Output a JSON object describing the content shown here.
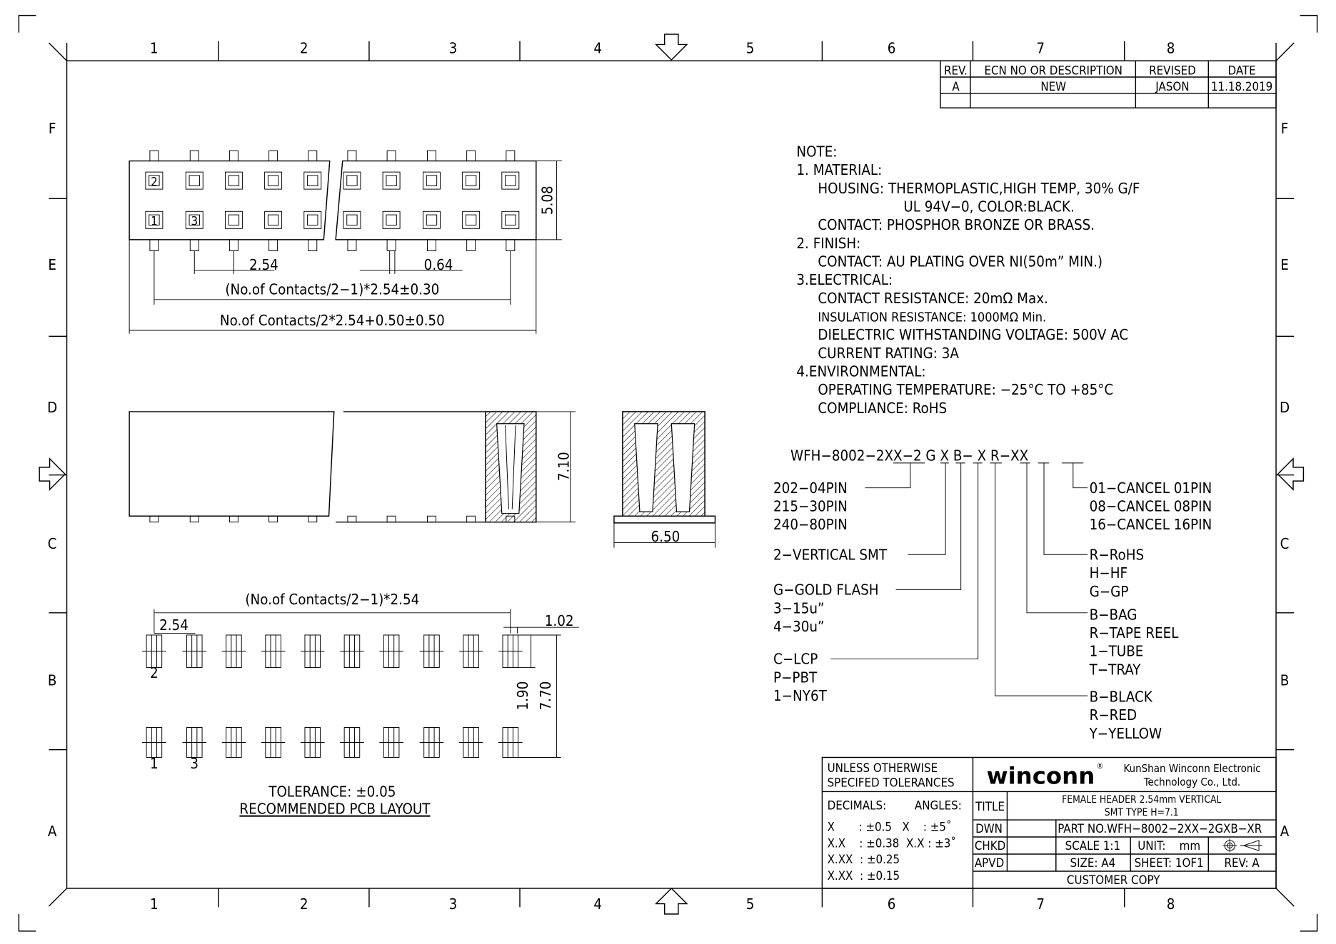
{
  "zones": {
    "columns": [
      "1",
      "2",
      "3",
      "4",
      "5",
      "6",
      "7",
      "8"
    ],
    "rows": [
      "F",
      "E",
      "D",
      "C",
      "B",
      "A"
    ]
  },
  "revision_table": {
    "headers": [
      "REV.",
      "ECN NO OR DESCRIPTION",
      "REVISED",
      "DATE"
    ],
    "rows": [
      [
        "A",
        "NEW",
        "JASON",
        "11.18.2019"
      ]
    ]
  },
  "top_view": {
    "pin_labels": [
      "2",
      "1",
      "3"
    ],
    "dim_height": "5.08",
    "dim_pitch": "2.54",
    "dim_pin": "0.64",
    "dim_pin_span": "(No.of Contacts/2−1)*2.54±0.30",
    "dim_overall": "No.of Contacts/2*2.54+0.50±0.50"
  },
  "side_view": {
    "dim_height": "7.10"
  },
  "front_view": {
    "dim_width": "6.50"
  },
  "pcb_layout": {
    "dim_span": "(No.of Contacts/2−1)*2.54",
    "dim_pitch": "2.54",
    "dim_pad_width": "1.02",
    "dim_pad_len": "1.90",
    "dim_row_span": "7.70",
    "pin_labels": [
      "2",
      "1",
      "3"
    ],
    "tolerance": "TOLERANCE: ±0.05",
    "caption": "RECOMMENDED PCB LAYOUT"
  },
  "notes": [
    "NOTE:",
    "1. MATERIAL:",
    "HOUSING: THERMOPLASTIC,HIGH TEMP, 30% G/F",
    "UL 94V−0, COLOR:BLACK.",
    "CONTACT: PHOSPHOR BRONZE OR BRASS.",
    "2. FINISH:",
    "CONTACT:  AU  PLATING  OVER  NI(50m”  MIN.)",
    "3.ELECTRICAL:",
    "CONTACT RESISTANCE: 20mΩ Max.",
    "INSULATION  RESISTANCE:  1000MΩ  Min.",
    "DIELECTRIC WITHSTANDING VOLTAGE: 500V AC",
    "CURRENT RATING: 3A",
    "4.ENVIRONMENTAL:",
    "OPERATING TEMPERATURE: −25°C TO +85°C",
    "COMPLIANCE: RoHS"
  ],
  "part_code": {
    "code": "WFH−8002−2XX−2 G X B− X R−XX",
    "pins": [
      "202−04PIN",
      "215−30PIN",
      "240−80PIN"
    ],
    "type": [
      "2−VERTICAL SMT"
    ],
    "plating": [
      "G−GOLD FLASH",
      "3−15u”",
      "4−30u”"
    ],
    "material": [
      "C−LCP",
      "P−PBT",
      "1−NY6T"
    ],
    "cancel": [
      "01−CANCEL 01PIN",
      "08−CANCEL 08PIN",
      "16−CANCEL 16PIN"
    ],
    "compliance": [
      "R−RoHS",
      "H−HF",
      "G−GP"
    ],
    "packing": [
      "B−BAG",
      "R−TAPE REEL",
      "1−TUBE",
      "T−TRAY"
    ],
    "color": [
      "B−BLACK",
      "R−RED",
      "Y−YELLOW"
    ]
  },
  "title_block": {
    "tol_header": [
      "UNLESS  OTHERWISE",
      "SPECIFED  TOLERANCES"
    ],
    "decimals_label": "DECIMALS:",
    "angles_label": "ANGLES:",
    "tolerances": [
      "X       : ±0.5   X    : ±5˚",
      "X.X    : ±0.38  X.X : ±3˚",
      "X.XX  : ±0.25",
      "X.XX  : ±0.15"
    ],
    "logo": "winconn",
    "company": [
      "KunShan Winconn Electronic",
      "Technology Co., Ltd."
    ],
    "title_label": "TITLE",
    "title": [
      "FEMALE  HEADER  2.54mm  VERTICAL",
      "SMT  TYPE  H=7.1"
    ],
    "dwn": "DWN",
    "chkd": "CHKD",
    "apvd": "APVD",
    "part_no": "PART NO.WFH−8002−2XX−2GXB−XR",
    "scale": "SCALE  1:1",
    "unit": "UNIT:    mm",
    "size": "SIZE:  A4",
    "sheet": "SHEET: 1OF1",
    "rev": "REV: A",
    "customer_copy": "CUSTOMER  COPY"
  }
}
